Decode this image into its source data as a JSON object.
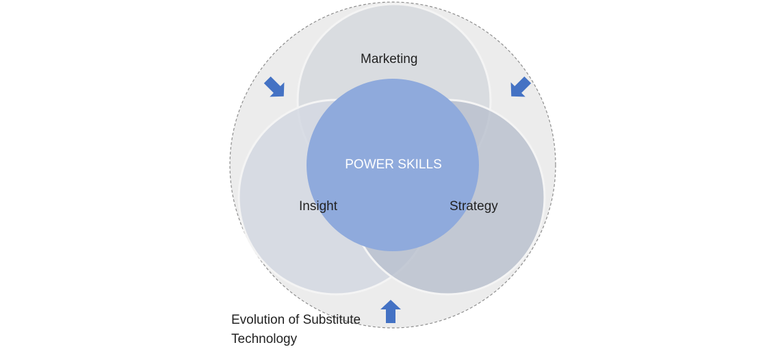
{
  "diagram": {
    "labels": {
      "marketing": "Marketing",
      "insight": "Insight",
      "strategy": "Strategy",
      "core": "POWER SKILLS",
      "outer_line1": "Evolution of Substitute",
      "outer_line2": "Technology"
    },
    "colors": {
      "outer_fill": "#ececec",
      "outer_stroke": "#8c8c8c",
      "marketing_fill": "#d6d9de",
      "insight_fill": "#d3d8e2",
      "strategy_fill": "#b8bfcd",
      "core_fill": "#8faadc",
      "arrow_fill": "#4472c4"
    }
  }
}
